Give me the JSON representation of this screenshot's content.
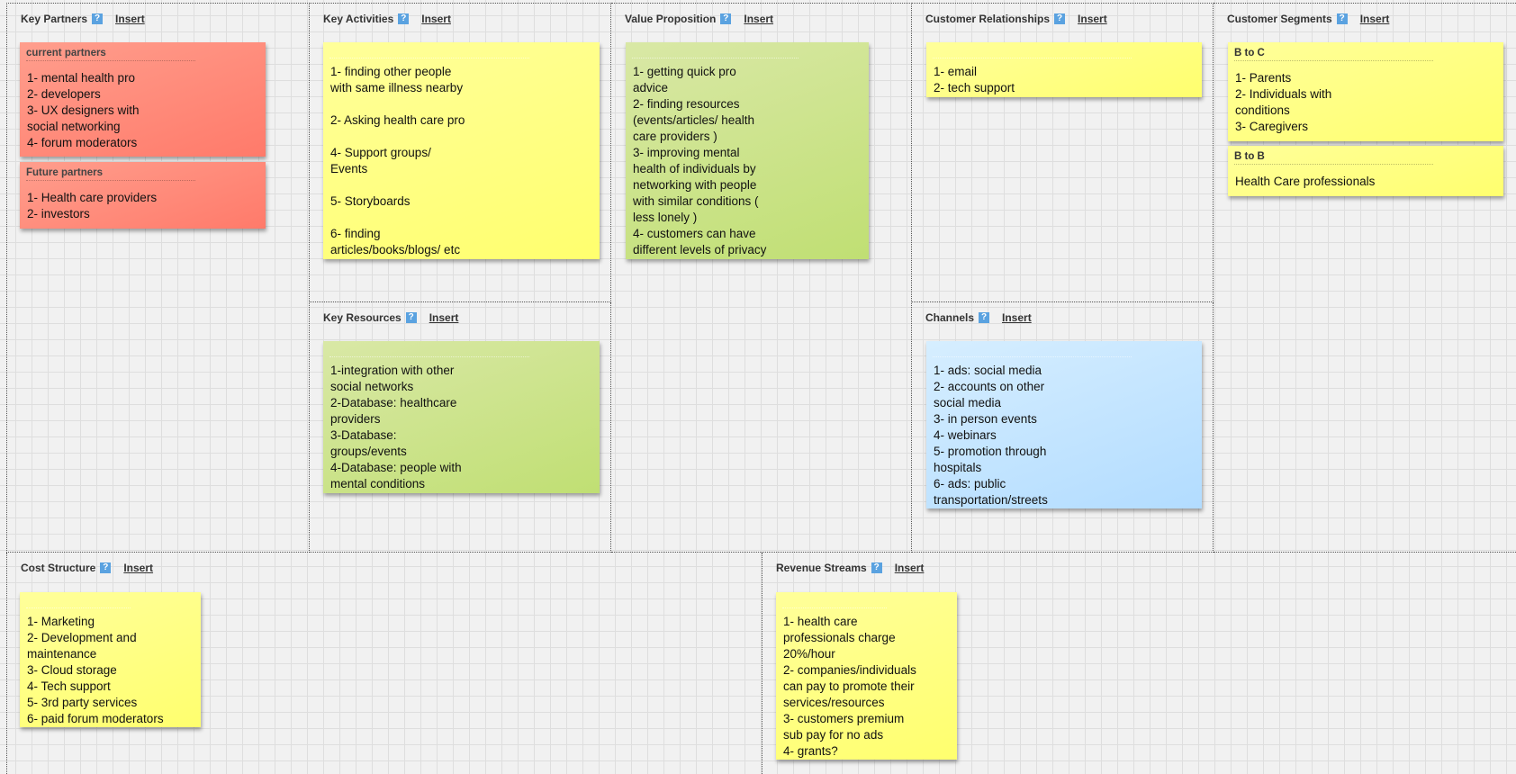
{
  "sections": {
    "key_partners": {
      "title": "Key Partners",
      "help": "?",
      "insert": "Insert"
    },
    "key_activities": {
      "title": "Key Activities",
      "help": "?",
      "insert": "Insert"
    },
    "key_resources": {
      "title": "Key Resources",
      "help": "?",
      "insert": "Insert"
    },
    "value_proposition": {
      "title": "Value Proposition",
      "help": "?",
      "insert": "Insert"
    },
    "customer_relationships": {
      "title": "Customer Relationships",
      "help": "?",
      "insert": "Insert"
    },
    "channels": {
      "title": "Channels",
      "help": "?",
      "insert": "Insert"
    },
    "customer_segments": {
      "title": "Customer Segments",
      "help": "?",
      "insert": "Insert"
    },
    "cost_structure": {
      "title": "Cost Structure",
      "help": "?",
      "insert": "Insert"
    },
    "revenue_streams": {
      "title": "Revenue Streams",
      "help": "?",
      "insert": "Insert"
    }
  },
  "notes": {
    "current_partners": {
      "color": "#ff8a7a",
      "title": "current partners",
      "body": "1- mental health pro\n2- developers\n3- UX designers with\nsocial networking\n4- forum moderators"
    },
    "future_partners": {
      "color": "#ff8a7a",
      "title": "Future partners",
      "body": "1- Health care providers\n2- investors"
    },
    "activities": {
      "color": "#ffff80",
      "body": "1- finding other people\nwith same illness nearby\n\n2- Asking health care pro\n\n4- Support groups/\nEvents\n\n5- Storyboards\n\n6- finding\narticles/books/blogs/ etc"
    },
    "resources": {
      "color": "#cce38a",
      "body": "1-integration with other\nsocial networks\n2-Database: healthcare\nproviders\n3-Database:\ngroups/events\n4-Database: people with\nmental conditions"
    },
    "value": {
      "color": "#cce38a",
      "body": "1- getting quick pro\nadvice\n2- finding resources\n(events/articles/ health\ncare providers )\n3- improving mental\nhealth of individuals by\nnetworking with people\nwith similar conditions (\nless lonely )\n4- customers can have\ndifferent levels of privacy"
    },
    "relationships": {
      "color": "#ffff80",
      "body": "1- email\n2- tech support"
    },
    "channels": {
      "color": "#c4e4ff",
      "body": "1- ads: social media\n2- accounts on other\nsocial media\n3- in person events\n4- webinars\n5- promotion through\nhospitals\n6- ads: public\ntransportation/streets"
    },
    "b_to_c": {
      "color": "#ffff80",
      "title": "B to C",
      "body": "1- Parents\n2- Individuals with\nconditions\n3- Caregivers"
    },
    "b_to_b": {
      "color": "#ffff80",
      "title": "B to B",
      "body": "Health Care professionals"
    },
    "costs": {
      "color": "#ffff80",
      "body": "1- Marketing\n2- Development and\nmaintenance\n3- Cloud storage\n4- Tech support\n5- 3rd party services\n6- paid forum moderators"
    },
    "revenue": {
      "color": "#ffff80",
      "body": "1- health care\nprofessionals charge\n20%/hour\n2- companies/individuals\ncan pay to promote their\nservices/resources\n3- customers premium\nsub pay for no ads\n4- grants?"
    }
  }
}
